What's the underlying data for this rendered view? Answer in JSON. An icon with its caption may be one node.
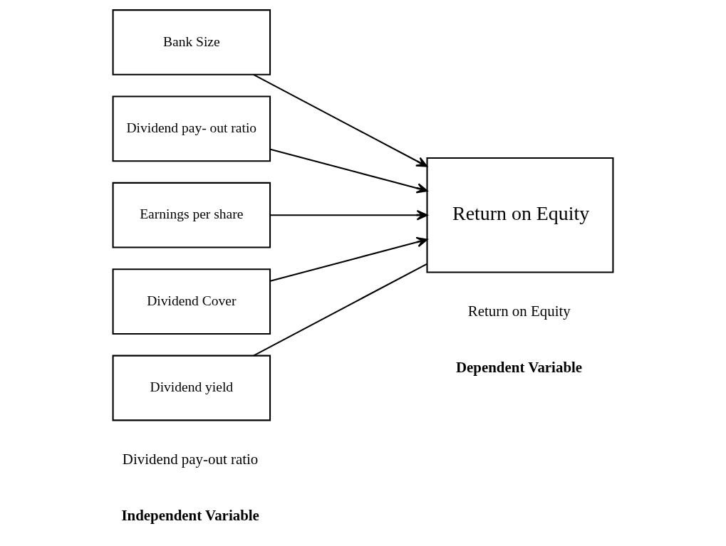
{
  "diagram": {
    "nodes": [
      {
        "text": [
          "Bank Size"
        ]
      },
      {
        "text": [
          "Dividend pay- out ratio"
        ]
      },
      {
        "text": [
          "Earnings per share"
        ]
      },
      {
        "text": [
          "Dividend Cover"
        ]
      },
      {
        "text": [
          "Dividend yield"
        ]
      },
      {
        "text": [
          "Return on Equity"
        ]
      }
    ],
    "edges": [
      {
        "from": 0,
        "to": 5,
        "arrow": "to"
      },
      {
        "from": 1,
        "to": 5,
        "arrow": "to"
      },
      {
        "from": 2,
        "to": 5,
        "arrow": "to"
      },
      {
        "from": 3,
        "to": 5,
        "arrow": "to"
      },
      {
        "from": 4,
        "to": 5,
        "arrow": "none"
      }
    ],
    "labels": [
      "Independent Variable",
      "Dependent Variable",
      "Dividend pay-out ratio",
      "Return on Equity"
    ]
  }
}
